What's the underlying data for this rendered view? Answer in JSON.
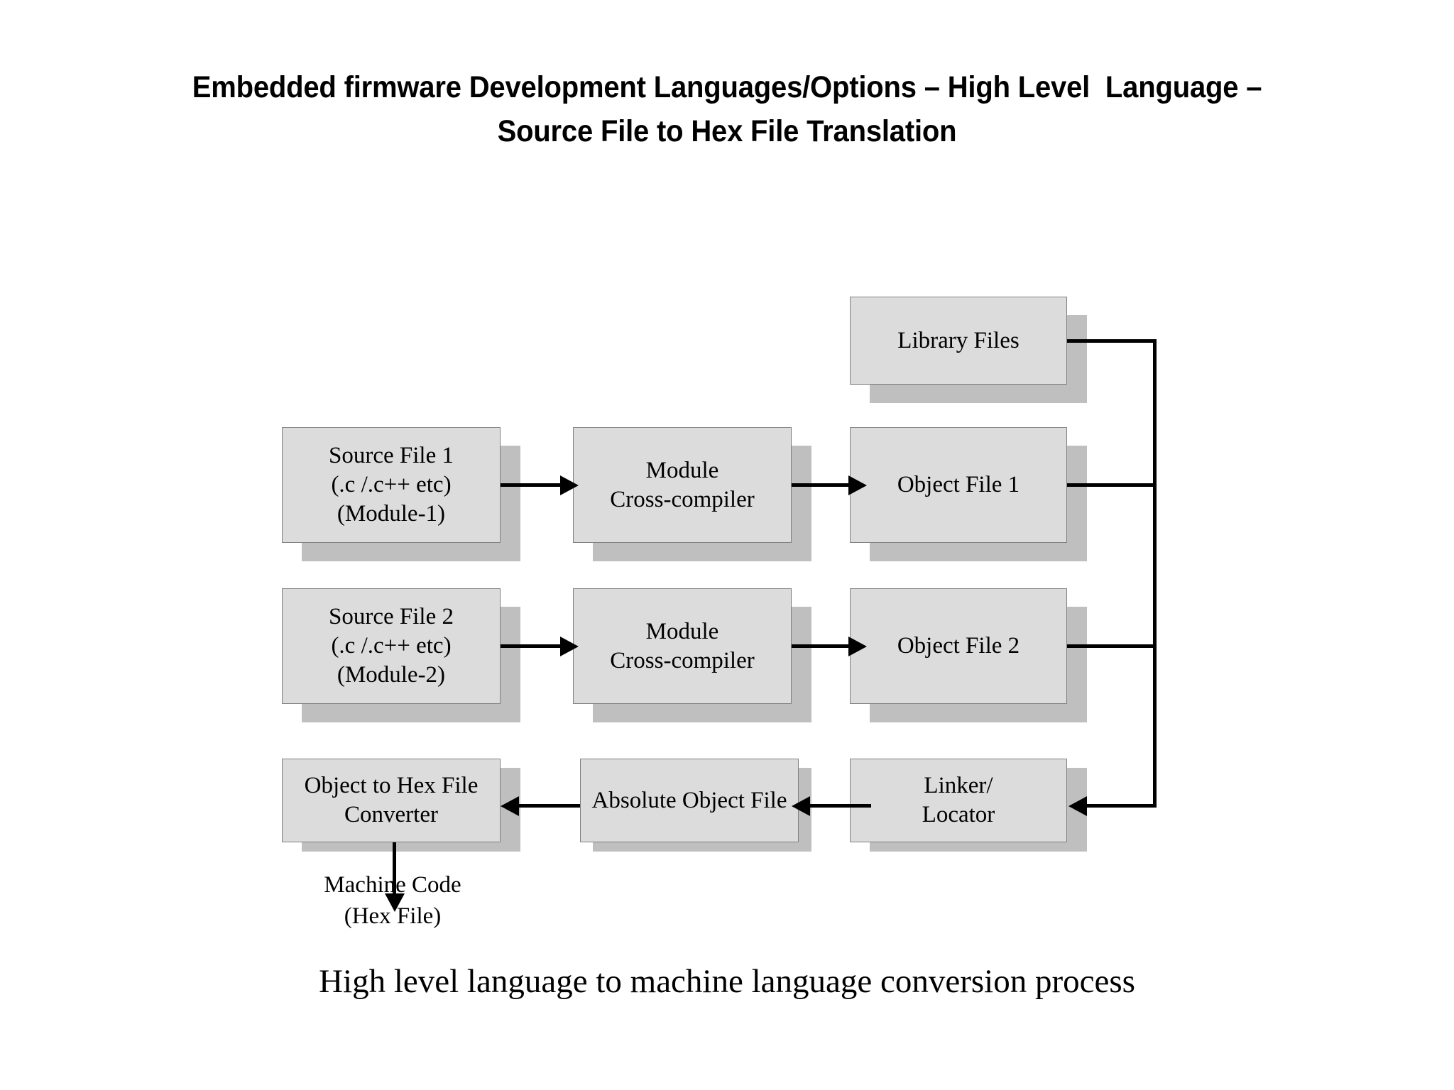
{
  "title": {
    "line1": "Embedded firmware Development Languages/Options – High Level  Language –",
    "line2": "Source File to Hex File Translation"
  },
  "diagram": {
    "caption": "High level language to machine language conversion process",
    "boxes": {
      "library_files": {
        "line1": "Library Files"
      },
      "source_file_1": {
        "line1": "Source File 1",
        "line2": "(.c /.c++ etc)",
        "line3": "(Module-1)"
      },
      "cross_compiler_1": {
        "line1": "Module",
        "line2": "Cross-compiler"
      },
      "object_file_1": {
        "line1": "Object File 1"
      },
      "source_file_2": {
        "line1": "Source File 2",
        "line2": "(.c /.c++ etc)",
        "line3": "(Module-2)"
      },
      "cross_compiler_2": {
        "line1": "Module",
        "line2": "Cross-compiler"
      },
      "object_file_2": {
        "line1": "Object File 2"
      },
      "object_to_hex": {
        "line1": "Object to Hex File",
        "line2": "Converter"
      },
      "absolute_object_file": {
        "line1": "Absolute Object File"
      },
      "linker_locator": {
        "line1": "Linker/",
        "line2": "Locator"
      }
    },
    "labels": {
      "machine_code": {
        "line1": "Machine Code",
        "line2": "(Hex File)"
      }
    }
  },
  "colors": {
    "box_fill": "#dcdcdc",
    "box_border": "#808080",
    "box_shadow": "#bfbfbf",
    "connector": "#000000",
    "text": "#000000",
    "background": "#ffffff"
  }
}
